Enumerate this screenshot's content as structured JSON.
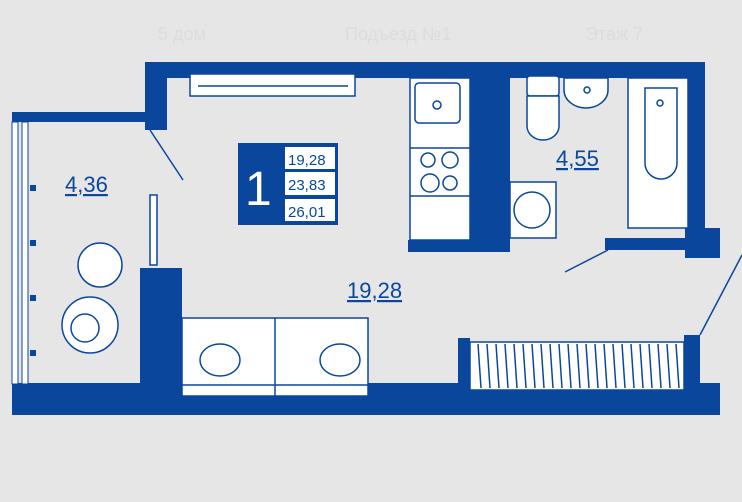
{
  "header": {
    "building": "5 дом",
    "entrance": "Подъезд №1",
    "floor": "Этаж 7"
  },
  "badge": {
    "rooms": "1",
    "living_area": "19,28",
    "total_area": "23,83",
    "total_with_balcony": "26,01"
  },
  "rooms": {
    "balcony": "4,36",
    "bathroom": "4,55",
    "living": "19,28"
  },
  "colors": {
    "wall": "#0a479c",
    "background": "#e6e6e6"
  }
}
